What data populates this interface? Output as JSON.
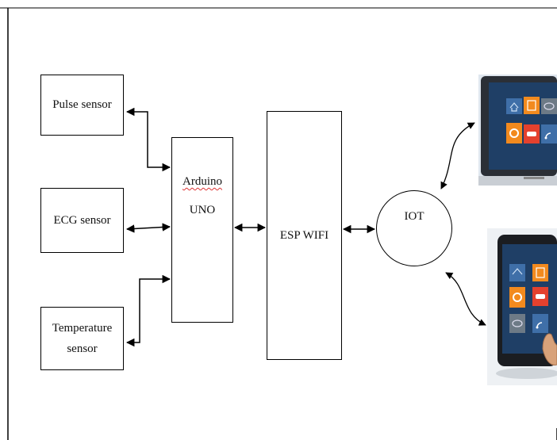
{
  "blocks": {
    "pulse_sensor": "Pulse sensor",
    "ecg_sensor": "ECG sensor",
    "temperature_sensor_line1": "Temperature",
    "temperature_sensor_line2": "sensor",
    "arduino_line1": "Arduino",
    "arduino_line2": "UNO",
    "esp_wifi": "ESP WIFI",
    "iot": "IOT"
  },
  "device_icons": {
    "laptop": [
      "home-icon",
      "file-icon",
      "cloud-icon",
      "settings-icon",
      "gamepad-icon",
      "rss-icon"
    ],
    "tablet": [
      "home-icon",
      "file-icon",
      "settings-icon",
      "gamepad-icon",
      "cloud-icon",
      "rss-icon"
    ]
  },
  "colors": {
    "line": "#000000",
    "tile_blue": "#3f6fa8",
    "tile_orange": "#f28a1e",
    "tile_red": "#e4412e",
    "tile_gray": "#6d7a86",
    "screen_bg": "#1f3f66"
  }
}
